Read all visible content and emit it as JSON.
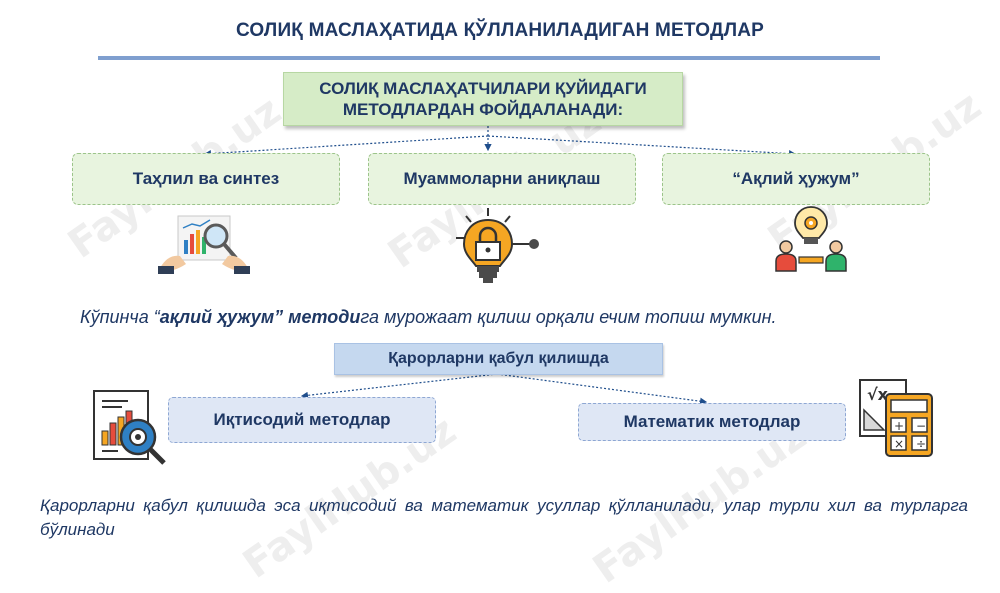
{
  "title": "СОЛИҚ МАСЛАҲАТИДА ҚЎЛЛАНИЛАДИГАН МЕТОДЛАР",
  "header_box": {
    "line1": "СОЛИҚ МАСЛАҲАТЧИЛАРИ ҚУЙИДАГИ",
    "line2": "МЕТОДЛАРДАН ФОЙДАЛАНАДИ:"
  },
  "methods": [
    {
      "label": "Таҳлил ва синтез",
      "icon": "analysis-icon"
    },
    {
      "label": "Муаммоларни аниқлаш",
      "icon": "lightbulb-lock-icon"
    },
    {
      "label": "“Ақлий ҳужум”",
      "icon": "brainstorm-icon"
    }
  ],
  "sentence1": {
    "prefix": "Кўпинча “",
    "bold": "ақлий ҳужум” методи",
    "suffix": "га мурожаат қилиш орқали ечим топиш мумкин."
  },
  "decision_box": "Қарорларни қабул қилишда",
  "decision_methods": [
    {
      "label": "Иқтисодий методлар",
      "icon": "report-gear-icon"
    },
    {
      "label": "Математик методлар",
      "icon": "math-calculator-icon"
    }
  ],
  "sentence2": "Қарорларни қабул қилишда эса иқтисодий ва математик усуллар қўлланилади, улар турли хил ва турларга бўлинади",
  "watermark": "FaylHub.uz",
  "colors": {
    "title_text": "#1f3864",
    "green_box": "#d6ecc7",
    "blue_box": "#c5d8ef",
    "accent_orange": "#f5a623"
  }
}
